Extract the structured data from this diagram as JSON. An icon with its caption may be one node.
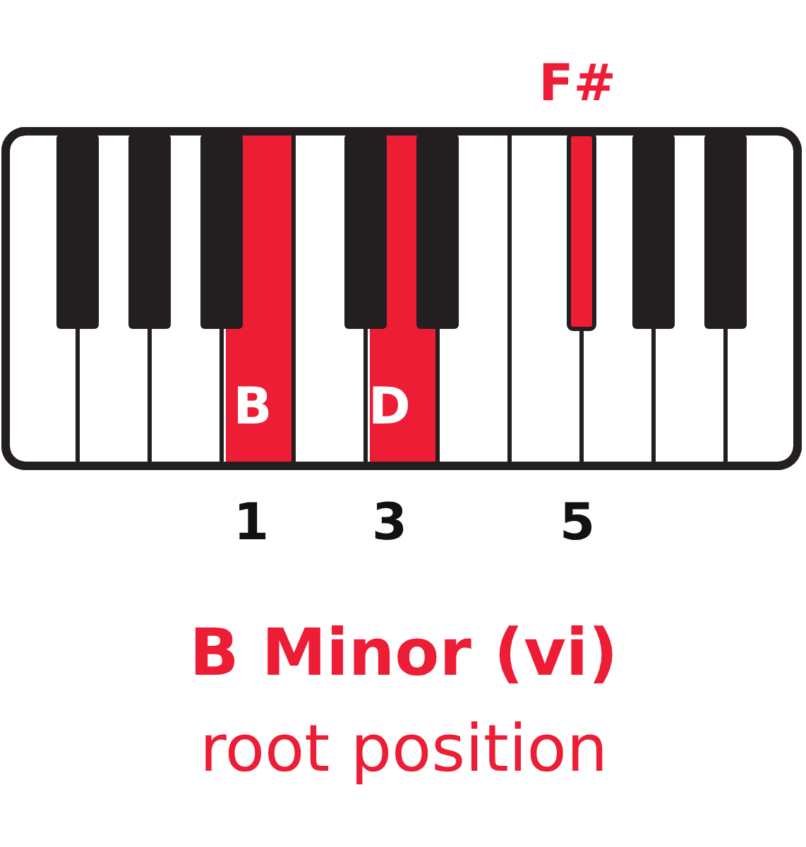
{
  "diagram": {
    "title": "B Minor (vi)",
    "caption": "root position",
    "labels": [
      "F#",
      "B",
      "D",
      "1",
      "3",
      "5"
    ]
  }
}
